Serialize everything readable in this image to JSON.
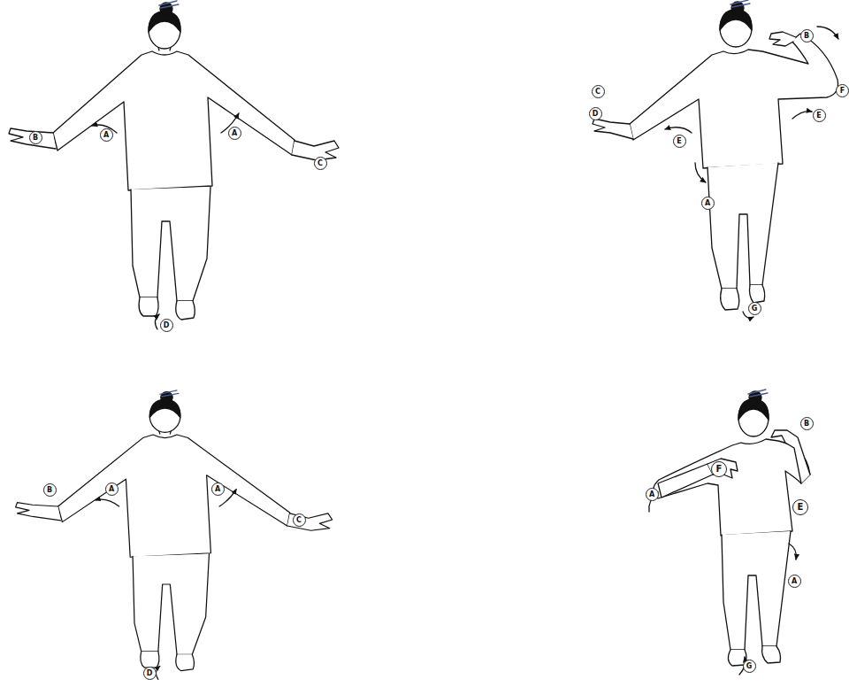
{
  "diagram": {
    "labels": [
      "A",
      "A",
      "B",
      "C",
      "D",
      "B",
      "F",
      "C",
      "D",
      "E",
      "E",
      "A",
      "G",
      "B",
      "A",
      "A",
      "C",
      "D",
      "B",
      "F",
      "A",
      "E",
      "A",
      "G"
    ]
  }
}
